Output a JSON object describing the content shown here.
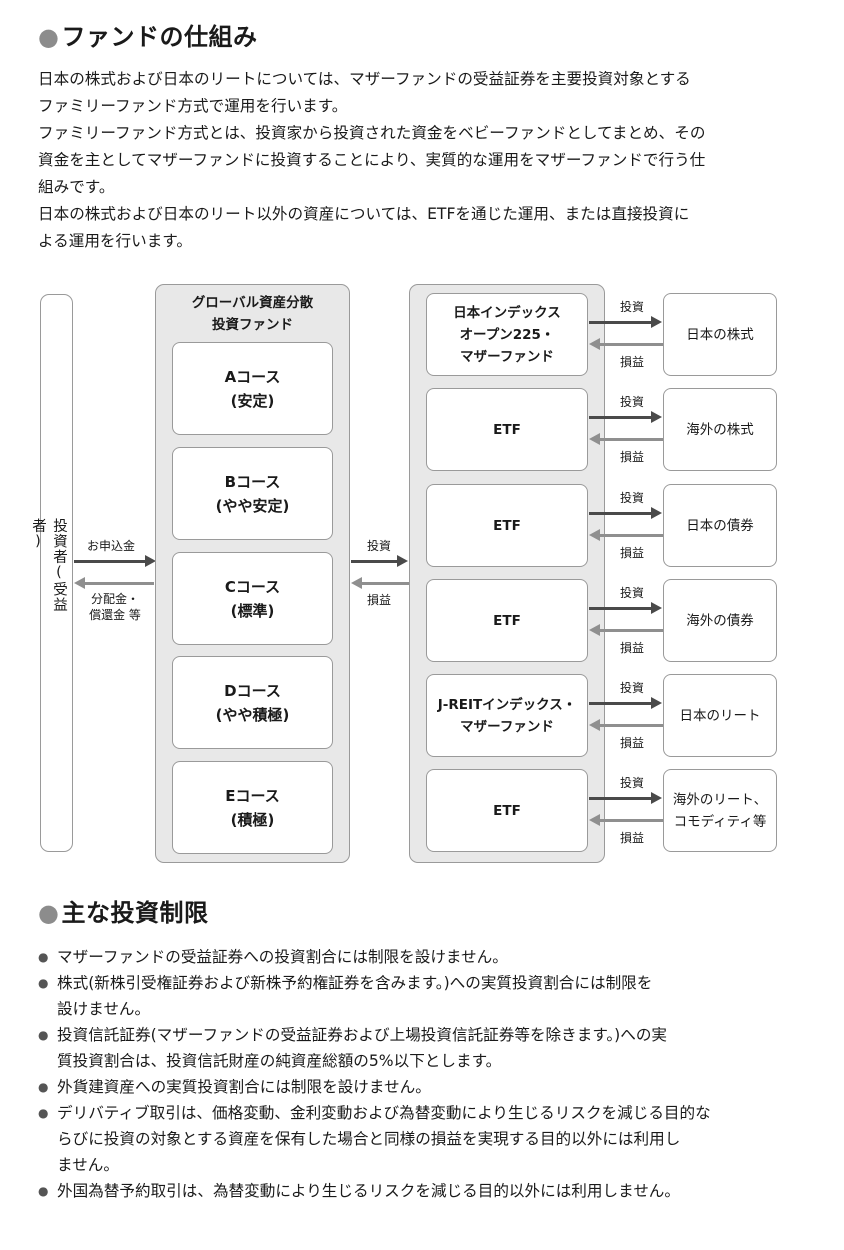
{
  "section1": {
    "title": "ファンドの仕組み",
    "paragraphs": [
      "日本の株式および日本のリートについては、マザーファンドの受益証券を主要投資対象とする",
      "ファミリーファンド方式で運用を行います。",
      "ファミリーファンド方式とは、投資家から投資された資金をベビーファンドとしてまとめ、その",
      "資金を主としてマザーファンドに投資することにより、実質的な運用をマザーファンドで行う仕",
      "組みです。",
      "日本の株式および日本のリート以外の資産については、ETFを通じた運用、または直接投資に",
      "よる運用を行います。"
    ]
  },
  "diagram": {
    "investor": "投資者(受益者)",
    "subscription": "お申込金",
    "distribution": [
      "分配金・",
      "償還金 等"
    ],
    "fund_title": [
      "グローバル資産分散",
      "投資ファンド"
    ],
    "courses": [
      {
        "name": "Aコース",
        "sub": "(安定)"
      },
      {
        "name": "Bコース",
        "sub": "(やや安定)"
      },
      {
        "name": "Cコース",
        "sub": "(標準)"
      },
      {
        "name": "Dコース",
        "sub": "(やや積極)"
      },
      {
        "name": "Eコース",
        "sub": "(積極)"
      }
    ],
    "mid_invest": "投資",
    "mid_return": "損益",
    "vehicles": [
      {
        "lines": [
          "日本インデックス",
          "オープン225・",
          "マザーファンド"
        ]
      },
      {
        "lines": [
          "ETF"
        ]
      },
      {
        "lines": [
          "ETF"
        ]
      },
      {
        "lines": [
          "ETF"
        ]
      },
      {
        "lines": [
          "J-REITインデックス・",
          "マザーファンド"
        ]
      },
      {
        "lines": [
          "ETF"
        ]
      }
    ],
    "right_invest": "投資",
    "right_return": "損益",
    "assets": [
      {
        "lines": [
          "日本の株式"
        ]
      },
      {
        "lines": [
          "海外の株式"
        ]
      },
      {
        "lines": [
          "日本の債券"
        ]
      },
      {
        "lines": [
          "海外の債券"
        ]
      },
      {
        "lines": [
          "日本のリート"
        ]
      },
      {
        "lines": [
          "海外のリート、",
          "コモディティ等"
        ]
      }
    ]
  },
  "section2": {
    "title": "主な投資制限",
    "items": [
      {
        "lines": [
          "マザーファンドの受益証券への投資割合には制限を設けません。"
        ]
      },
      {
        "lines": [
          "株式(新株引受権証券および新株予約権証券を含みます。)への実質投資割合には制限を",
          "設けません。"
        ]
      },
      {
        "lines": [
          "投資信託証券(マザーファンドの受益証券および上場投資信託証券等を除きます。)への実",
          "質投資割合は、投資信託財産の純資産総額の5%以下とします。"
        ]
      },
      {
        "lines": [
          "外貨建資産への実質投資割合には制限を設けません。"
        ]
      },
      {
        "lines": [
          "デリバティブ取引は、価格変動、金利変動および為替変動により生じるリスクを減じる目的な",
          "らびに投資の対象とする資産を保有した場合と同様の損益を実現する目的以外には利用し",
          "ません。"
        ]
      },
      {
        "lines": [
          "外国為替予約取引は、為替変動により生じるリスクを減じる目的以外には利用しません。"
        ]
      }
    ]
  }
}
